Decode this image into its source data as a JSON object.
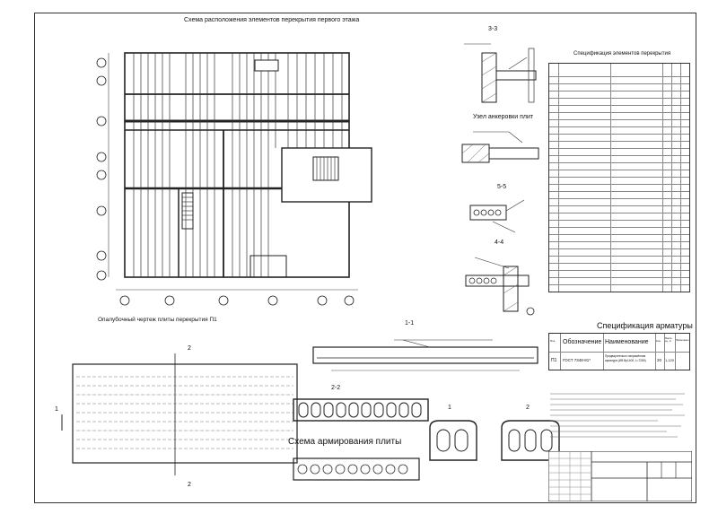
{
  "titles": {
    "main_plan": "Схема расположения элементов перекрытия первого этажа",
    "section_33": "3-3",
    "anchor_node": "Узел анкеровки плит",
    "section_55": "5-5",
    "section_44": "4-4",
    "spec_elements": "Спецификация элементов перекрытия",
    "formwork": "Опалубочный чертеж плиты перекрытия П1",
    "section_11": "1-1",
    "section_22": "2-2",
    "reinforcement": "Схема армирования плиты",
    "spec_rebar": "Спецификация арматуры",
    "cut_1": "1",
    "cut_2": "2"
  },
  "rebar_table": {
    "headers": [
      "Поз.",
      "Обозначение",
      "Наименование",
      "Кол.",
      "Масса ед., кг",
      "Примечание"
    ],
    "row": [
      "П1",
      "ГОСТ 7348-81*",
      "Предварительно напряжённая арматура (Ø5 Вр1400, L=7280)",
      "20",
      "1,120",
      ""
    ]
  },
  "colors": {
    "line": "#222222",
    "thin": "#555555",
    "paper": "#ffffff"
  }
}
